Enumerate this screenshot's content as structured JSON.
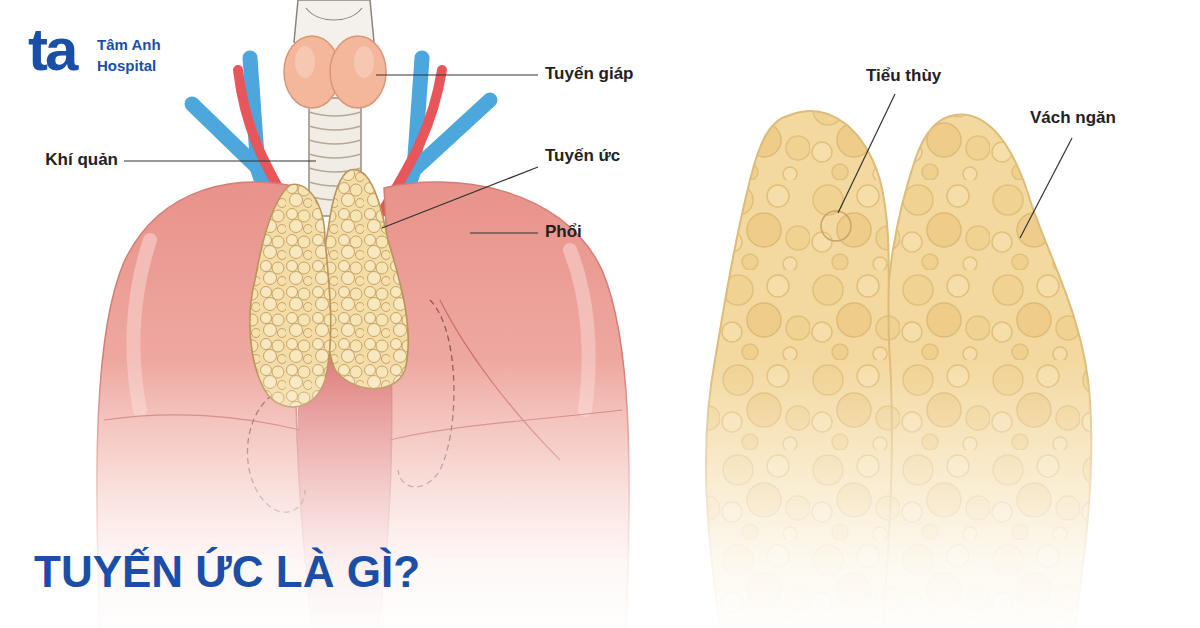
{
  "diagram": {
    "title": "TUYẾN ỨC LÀ GÌ?",
    "labels": [
      "ta",
      "Tâm Anh",
      "Hospital",
      "Tuyến giáp",
      "Khí quản",
      "Tuyến ức",
      "Phổi",
      "Tiểu thùy",
      "Vách ngăn"
    ]
  }
}
